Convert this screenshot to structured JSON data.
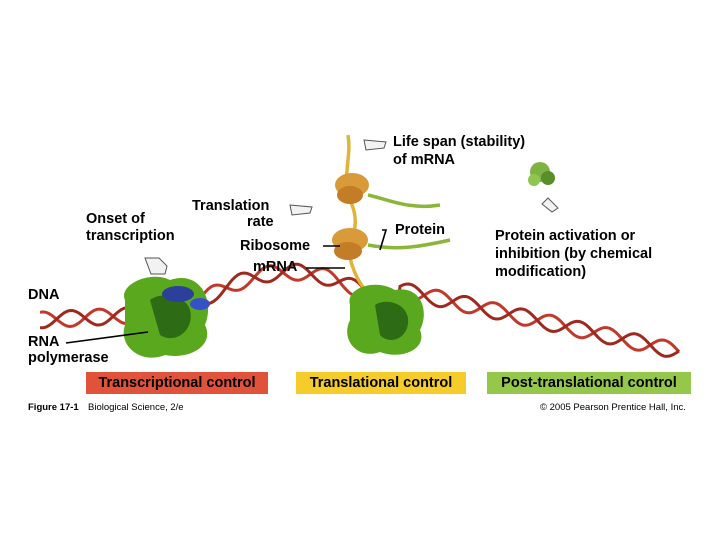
{
  "labels": {
    "dna": "DNA",
    "rna_polymerase": [
      "RNA",
      "polymerase"
    ],
    "onset": [
      "Onset of",
      "transcription"
    ],
    "translation_rate": [
      "Translation",
      "rate"
    ],
    "ribosome": "Ribosome",
    "mrna": "mRNA",
    "life_span": [
      "Life span (stability)",
      "of mRNA"
    ],
    "protein": "Protein",
    "protein_activation": [
      "Protein activation or",
      "inhibition (by chemical",
      "modification)"
    ]
  },
  "control_boxes": [
    {
      "label": "Transcriptional control",
      "color": "#e0523a"
    },
    {
      "label": "Translational control",
      "color": "#f5cc2a"
    },
    {
      "label": "Post-translational control",
      "color": "#95c84a"
    }
  ],
  "footer": {
    "figure": "Figure 17-1",
    "book": "Biological Science, 2/e",
    "copyright": "© 2005 Pearson Prentice Hall, Inc."
  },
  "colors": {
    "dna_strand": "#c0392b",
    "polymerase": "#5aa81e",
    "ribosome": "#d99a3a",
    "mrna": "#e0b43a",
    "protein": "#8bb63a"
  }
}
